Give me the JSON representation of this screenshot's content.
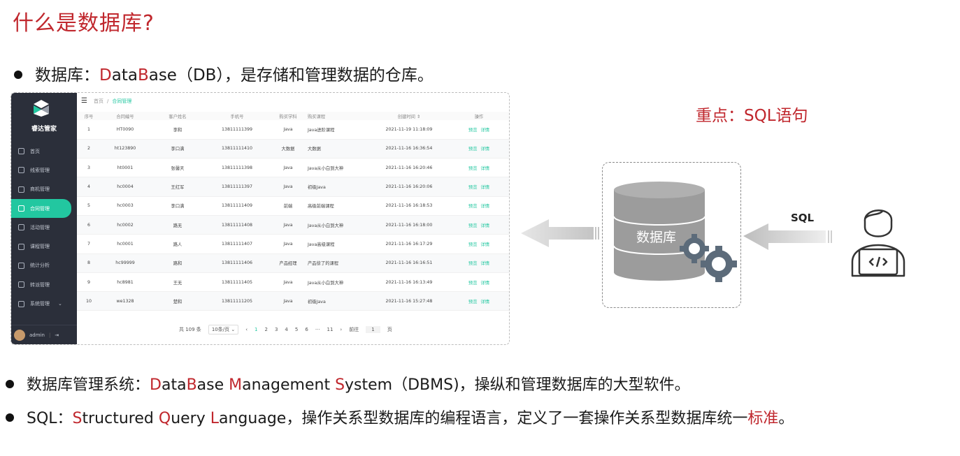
{
  "slide": {
    "title": "什么是数据库?",
    "bullet1": {
      "a": "数据库：",
      "D": "D",
      "ata": "ata",
      "B": "B",
      "rest": "ase（DB），是存储和管理数据的仓库。"
    },
    "bullet2": {
      "a": "数据库管理系统：",
      "D": "D",
      "ata": "ata",
      "B": "B",
      "ase": "ase ",
      "M": "M",
      "anagement": "anagement ",
      "S": "S",
      "rest": "ystem（DBMS)，操纵和管理数据库的大型软件。"
    },
    "bullet3": {
      "a": "SQL：",
      "S": "S",
      "tructured": "tructured ",
      "Q": "Q",
      "uery": "uery ",
      "L": "L",
      "anguage": "anguage，操作关系型数据库的编程语言，定义了一套操作关系型数据库统一",
      "std": "标准",
      "end": "。"
    },
    "focus": "重点：SQL语句",
    "db_label": "数据库",
    "sql_label": "SQL"
  },
  "app": {
    "logo_text": "睿达管家",
    "nav": [
      {
        "label": "首页",
        "icon": "home-icon"
      },
      {
        "label": "线索管理",
        "icon": "clue-icon"
      },
      {
        "label": "商机管理",
        "icon": "business-icon"
      },
      {
        "label": "合同管理",
        "icon": "contract-icon",
        "active": true
      },
      {
        "label": "活动管理",
        "icon": "activity-icon"
      },
      {
        "label": "课程管理",
        "icon": "course-icon"
      },
      {
        "label": "统计分析",
        "icon": "stats-icon"
      },
      {
        "label": "转派管理",
        "icon": "transfer-icon"
      },
      {
        "label": "系统管理",
        "icon": "system-icon"
      }
    ],
    "user": "admin",
    "breadcrumb": {
      "home": "首页",
      "sep": "/",
      "current": "合同管理"
    },
    "columns": [
      "序号",
      "合同编号",
      "客户姓名",
      "手机号",
      "购买学科",
      "购买课程",
      "创建时间 ⇕",
      "操作"
    ],
    "rows": [
      [
        "1",
        "HT0090",
        "李和",
        "13811111399",
        "Java",
        "Java进阶课程",
        "2021-11-19 11:18:09"
      ],
      [
        "2",
        "ht123890",
        "李口满",
        "13811111410",
        "大数据",
        "大数据",
        "2021-11-16 16:36:54"
      ],
      [
        "3",
        "ht0001",
        "张馨天",
        "13811111398",
        "Java",
        "Java从小白到大神",
        "2021-11-16 16:20:46"
      ],
      [
        "4",
        "hc0004",
        "王红军",
        "13811111397",
        "Java",
        "初级Java",
        "2021-11-16 16:20:06"
      ],
      [
        "5",
        "hc0003",
        "李口满",
        "13811111409",
        "前端",
        "高级前端课程",
        "2021-11-16 16:18:53"
      ],
      [
        "6",
        "hc0002",
        "路无",
        "13811111408",
        "Java",
        "Java从小白到大神",
        "2021-11-16 16:18:00"
      ],
      [
        "7",
        "hc0001",
        "路人",
        "13811111407",
        "Java",
        "Java高级课程",
        "2021-11-16 16:17:29"
      ],
      [
        "8",
        "hc99999",
        "路和",
        "13811111406",
        "产品经理",
        "产品徐了的课程",
        "2021-11-16 16:16:51"
      ],
      [
        "9",
        "hc8981",
        "王无",
        "13811111405",
        "Java",
        "Java从小白到大神",
        "2021-11-16 16:13:49"
      ],
      [
        "10",
        "we1328",
        "楚和",
        "13811111205",
        "Java",
        "初级Java",
        "2021-11-16 15:27:48"
      ]
    ],
    "op_preview": "预览",
    "op_detail": "详情",
    "pager": {
      "total": "共 109 条",
      "size": "10条/页",
      "prev": "‹",
      "pages": [
        "1",
        "2",
        "3",
        "4",
        "5",
        "6",
        "···",
        "11"
      ],
      "next": "›",
      "goto": "前往",
      "page": "1",
      "unit": "页"
    }
  },
  "colors": {
    "accent": "#22c7a0",
    "title_red": "#c0272d",
    "sidebar": "#2b2f3a"
  }
}
